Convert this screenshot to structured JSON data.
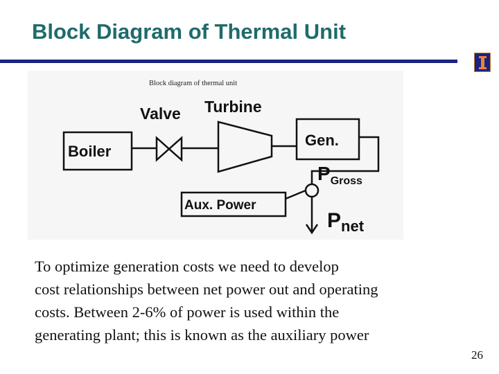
{
  "slide": {
    "title": "Block Diagram of Thermal Unit",
    "page_number": "26"
  },
  "diagram": {
    "caption": "Block diagram of thermal unit",
    "labels": {
      "valve": "Valve",
      "turbine": "Turbine",
      "boiler": "Boiler",
      "generator": "Gen.",
      "p_gross": "P",
      "p_gross_sub": "Gross",
      "aux_power": "Aux. Power",
      "p_net": "P",
      "p_net_sub": "net"
    }
  },
  "body": {
    "lines": [
      "To optimize generation costs we need to develop",
      "cost relationships between net power out and operating",
      "costs.  Between 2-6% of power is used within the",
      "generating plant; this is known as the auxiliary power"
    ]
  },
  "colors": {
    "title": "#1f6b6b",
    "rule": "#1a237e",
    "logo_bg": "#1a237e",
    "logo_mark": "#e8833a"
  }
}
